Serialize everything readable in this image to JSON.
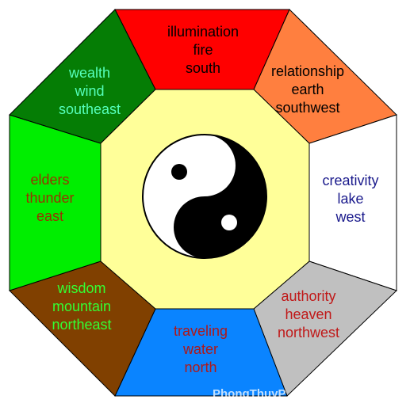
{
  "sectors": [
    {
      "key": "south",
      "fill": "#ff0000",
      "text_color": "#000000",
      "lines": [
        "illumination",
        "fire",
        "south"
      ]
    },
    {
      "key": "southwest",
      "fill": "#ff7f3f",
      "text_color": "#000000",
      "lines": [
        "relationship",
        "earth",
        "southwest"
      ]
    },
    {
      "key": "west",
      "fill": "#ffffff",
      "text_color": "#1a1a8c",
      "lines": [
        "creativity",
        "lake",
        "west"
      ]
    },
    {
      "key": "northwest",
      "fill": "#c0c0c0",
      "text_color": "#c01818",
      "lines": [
        "authority",
        "heaven",
        "northwest"
      ]
    },
    {
      "key": "north",
      "fill": "#0a84ff",
      "text_color": "#b01818",
      "lines": [
        "traveling",
        "water",
        "north"
      ]
    },
    {
      "key": "northeast",
      "fill": "#804000",
      "text_color": "#33ff33",
      "lines": [
        "wisdom",
        "mountain",
        "northeast"
      ]
    },
    {
      "key": "east",
      "fill": "#00ee00",
      "text_color": "#993300",
      "lines": [
        "elders",
        "thunder",
        "east"
      ]
    },
    {
      "key": "southeast",
      "fill": "#057d05",
      "text_color": "#55ffbb",
      "lines": [
        "wealth",
        "wind",
        "southeast"
      ]
    }
  ],
  "center_fill": "#ffff99",
  "yin_yang": {
    "light": "#ffffff",
    "dark": "#000000"
  },
  "watermark": "PhongThuyP"
}
